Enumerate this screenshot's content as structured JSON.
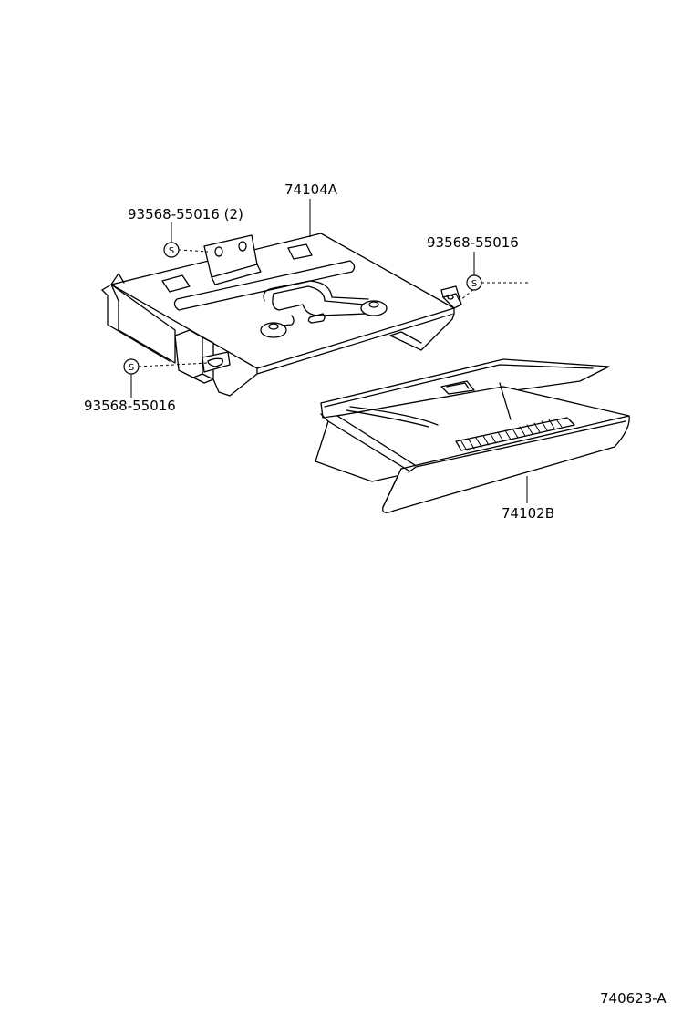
{
  "callouts": {
    "bracket_part": "74104A",
    "glovebox_part": "74102B",
    "screw_top_left": "93568-55016 (2)",
    "screw_right": "93568-55016",
    "screw_left": "93568-55016"
  },
  "symbols": {
    "screw_marker": "S"
  },
  "illustration_code": "740623-A"
}
